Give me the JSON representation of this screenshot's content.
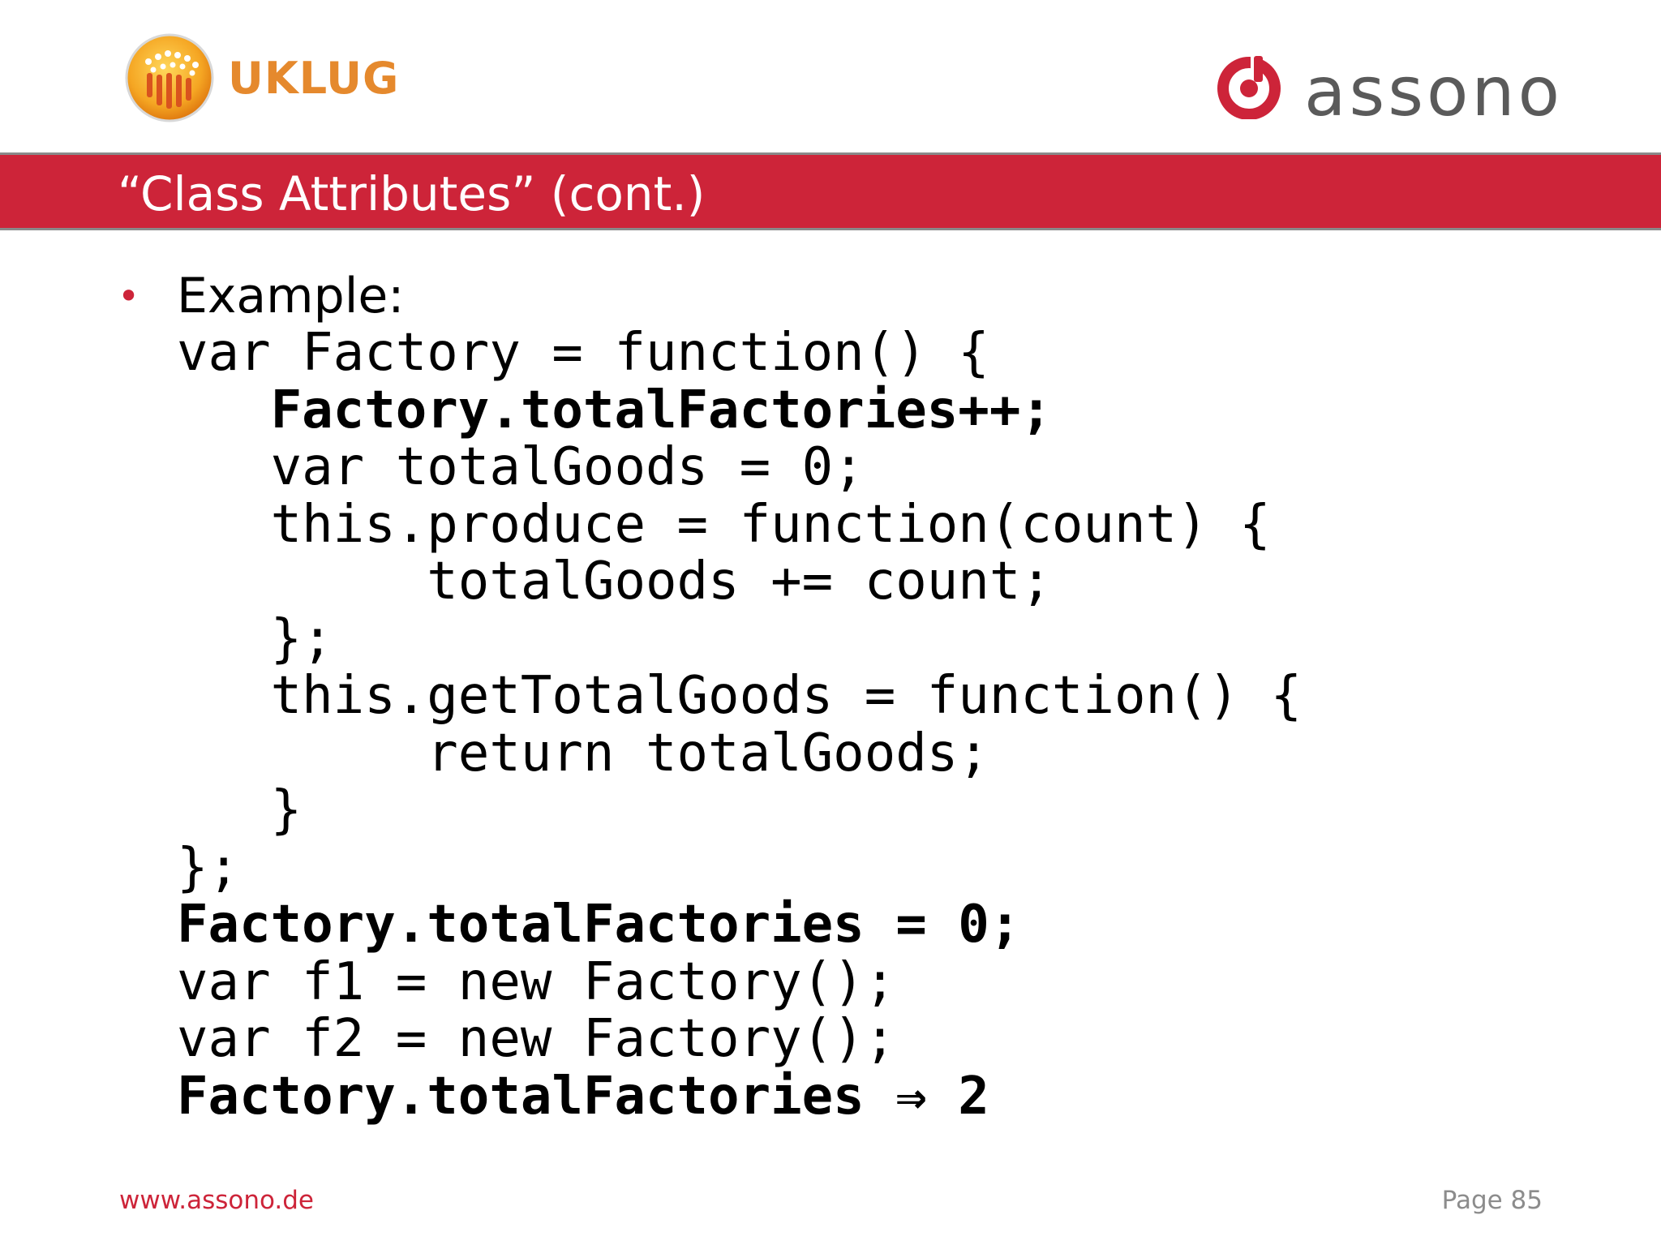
{
  "header": {
    "left_logo": {
      "text": "UKLUG",
      "color": "#e5892d"
    },
    "right_logo": {
      "text": "assono",
      "color": "#5a5a5a",
      "mark_color": "#cd2439"
    }
  },
  "title_bar": {
    "title": "“Class Attributes” (cont.)",
    "color": "#cd2439"
  },
  "content": {
    "bullet_label": "Example:",
    "code_lines": [
      {
        "text": "var Factory = function() {",
        "bold": false
      },
      {
        "text": "   Factory.totalFactories++;",
        "bold": true
      },
      {
        "text": "   var totalGoods = 0;",
        "bold": false
      },
      {
        "text": "   this.produce = function(count) {",
        "bold": false
      },
      {
        "text": "        totalGoods += count;",
        "bold": false
      },
      {
        "text": "   };",
        "bold": false
      },
      {
        "text": "   this.getTotalGoods = function() {",
        "bold": false
      },
      {
        "text": "        return totalGoods;",
        "bold": false
      },
      {
        "text": "   }",
        "bold": false
      },
      {
        "text": "};",
        "bold": false
      },
      {
        "text": "Factory.totalFactories = 0;",
        "bold": true
      },
      {
        "text": "var f1 = new Factory();",
        "bold": false
      },
      {
        "text": "var f2 = new Factory();",
        "bold": false
      },
      {
        "text": "Factory.totalFactories ⇒ 2",
        "bold": true
      }
    ]
  },
  "footer": {
    "url": "www.assono.de",
    "page": "Page 85"
  }
}
